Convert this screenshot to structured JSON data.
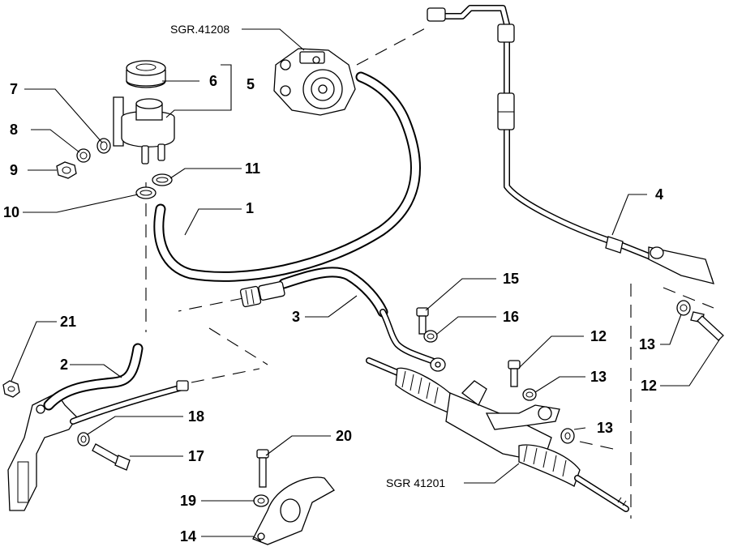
{
  "references": {
    "pump": "SGR.41208",
    "rack": "SGR 41201"
  },
  "labels": {
    "l1": "1",
    "l2": "2",
    "l3": "3",
    "l4": "4",
    "l5": "5",
    "l6": "6",
    "l7": "7",
    "l8": "8",
    "l9": "9",
    "l10": "10",
    "l11": "11",
    "l12a": "12",
    "l12b": "12",
    "l13a": "13",
    "l13b": "13",
    "l13c": "13",
    "l14": "14",
    "l15": "15",
    "l16": "16",
    "l17": "17",
    "l18": "18",
    "l19": "19",
    "l20": "20",
    "l21": "21"
  }
}
